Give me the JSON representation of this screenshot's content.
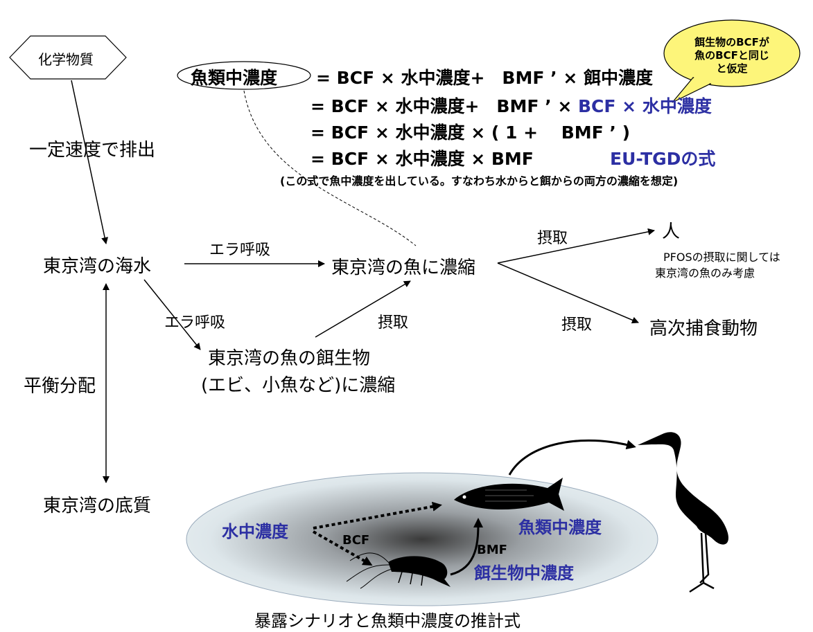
{
  "hexagon_label": "化学物質",
  "emission": "一定速度で排出",
  "seawater": "東京湾の海水",
  "gill1": "エラ呼吸",
  "gill2": "エラ呼吸",
  "fish_conc": "東京湾の魚に濃縮",
  "prey_line1": "東京湾の魚の餌生物",
  "prey_line2": "(エビ、小魚など)に濃縮",
  "intake_prey": "摂取",
  "intake_human": "摂取",
  "intake_predator": "摂取",
  "human": "人",
  "pfos_note_1": "PFOSの摂取に関しては",
  "pfos_note_2": "東京湾の魚のみ考慮",
  "predator": "高次捕食動物",
  "equilibrium": "平衡分配",
  "sediment": "東京湾の底質",
  "formula": {
    "lhs": "魚類中濃度",
    "line1": "= BCF × 水中濃度+　BMF ’ × 餌中濃度",
    "line2_a": "= BCF × 水中濃度+　BMF ’ × ",
    "line2_b": "BCF × 水中濃度",
    "line3": "= BCF × 水中濃度 × ( 1 + 　BMF ’ )",
    "line4_a": "= BCF × 水中濃度 × BMF",
    "line4_b": "EU-TGDの式",
    "note": "(この式で魚中濃度を出している。すなわち水からと餌からの両方の濃縮を想定)"
  },
  "bubble": {
    "line1": "餌生物のBCFが",
    "line2": "魚のBCFと同じ",
    "line3": "と仮定"
  },
  "lower": {
    "water": "水中濃度",
    "bcf": "BCF",
    "bmf": "BMF",
    "fish": "魚類中濃度",
    "prey": "餌生物中濃度"
  },
  "caption": "暴露シナリオと魚類中濃度の推計式",
  "colors": {
    "accent_blue": "#2c2fa3",
    "bubble_fill": "#fdf57a",
    "ellipse_fill": "#e6eef0"
  }
}
